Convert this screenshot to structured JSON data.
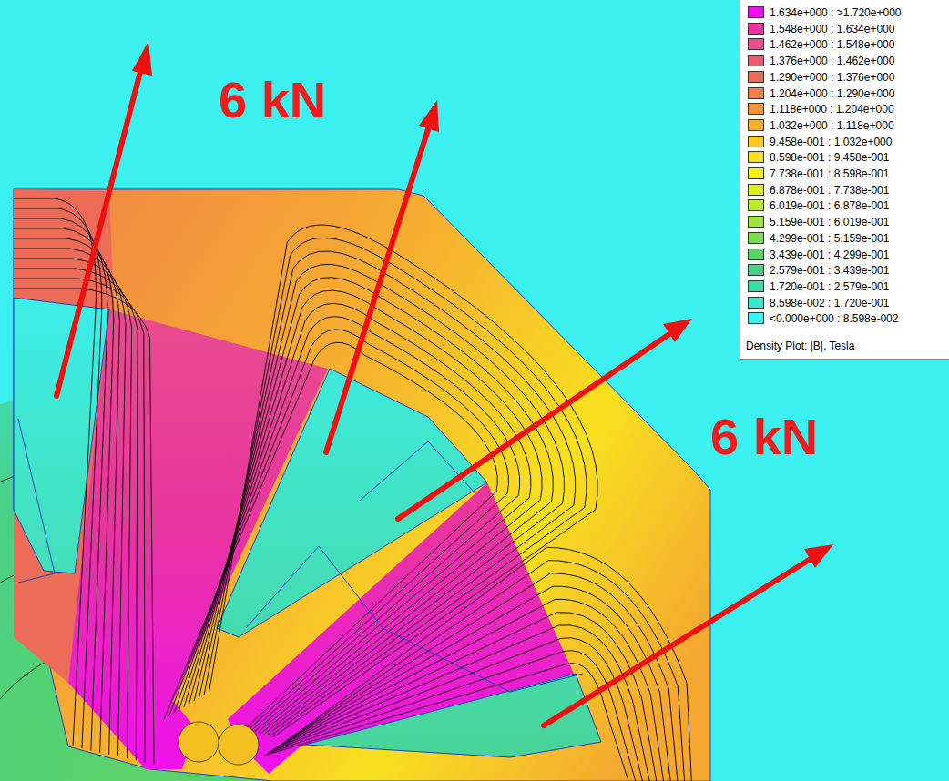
{
  "diagram": {
    "labels": [
      "6 kN",
      "6 kN",
      "Density Plot: |B|, Tesla"
    ],
    "legend": [
      {
        "text": "1.634e+000 : >1.720e+000",
        "color": "#ee10ee"
      },
      {
        "text": "1.548e+000 : 1.634e+000",
        "color": "#e8359e"
      },
      {
        "text": "1.462e+000 : 1.548e+000",
        "color": "#e8508a"
      },
      {
        "text": "1.376e+000 : 1.462e+000",
        "color": "#e85e70"
      },
      {
        "text": "1.290e+000 : 1.376e+000",
        "color": "#ec6c58"
      },
      {
        "text": "1.204e+000 : 1.290e+000",
        "color": "#f08048"
      },
      {
        "text": "1.118e+000 : 1.204e+000",
        "color": "#f49638"
      },
      {
        "text": "1.032e+000 : 1.118e+000",
        "color": "#f6ae30"
      },
      {
        "text": "9.458e-001 : 1.032e+000",
        "color": "#f8c828"
      },
      {
        "text": "8.598e-001 : 9.458e-001",
        "color": "#f8e020"
      },
      {
        "text": "7.738e-001 : 8.598e-001",
        "color": "#f4f010"
      },
      {
        "text": "6.878e-001 : 7.738e-001",
        "color": "#dcf020"
      },
      {
        "text": "6.019e-001 : 6.878e-001",
        "color": "#bcea30"
      },
      {
        "text": "5.159e-001 : 6.019e-001",
        "color": "#9ce240"
      },
      {
        "text": "4.299e-001 : 5.159e-001",
        "color": "#7cda50"
      },
      {
        "text": "3.439e-001 : 4.299e-001",
        "color": "#5cd268"
      },
      {
        "text": "2.579e-001 : 3.439e-001",
        "color": "#48d088"
      },
      {
        "text": "1.720e-001 : 2.579e-001",
        "color": "#40daa8"
      },
      {
        "text": "8.598e-002 : 1.720e-001",
        "color": "#3ce4cc"
      },
      {
        "text": "<0.000e+000 : 8.598e-002",
        "color": "#3cf0f0"
      }
    ]
  }
}
